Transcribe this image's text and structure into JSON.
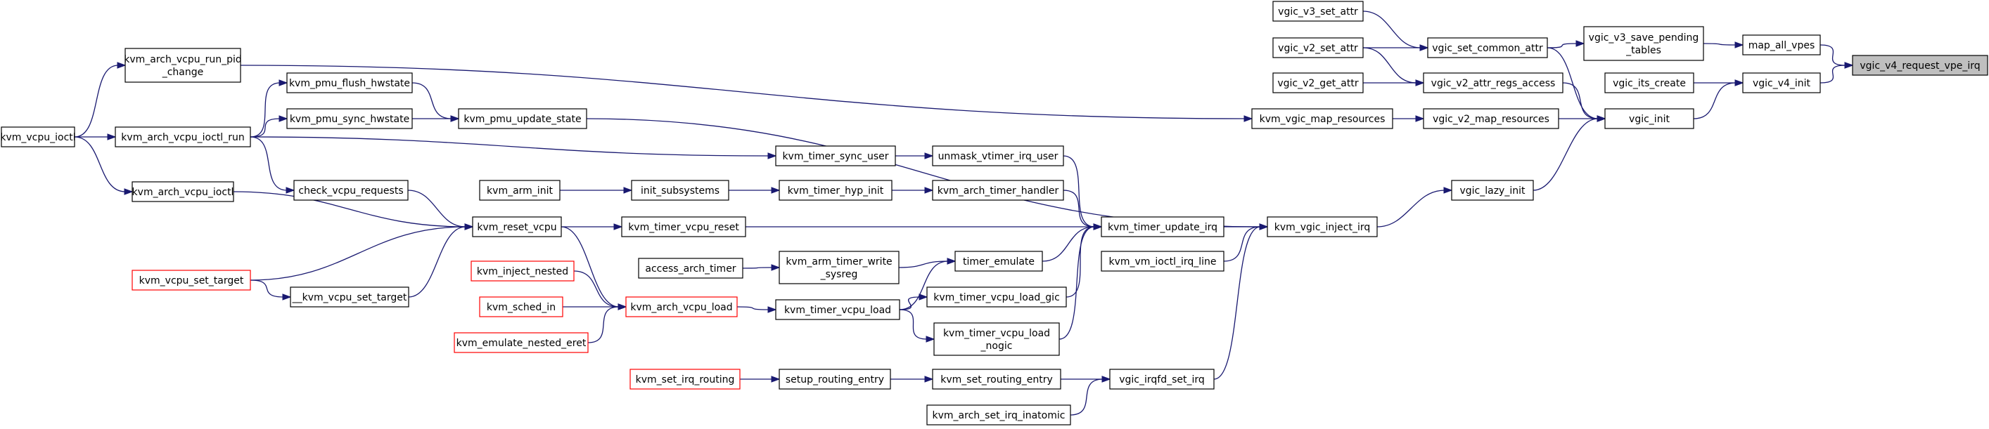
{
  "graph": {
    "focus_node": "vgic_v4_request_vpe_irq",
    "nodes": {
      "kvm_vcpu_ioctl": {
        "lines": [
          "kvm_vcpu_ioctl"
        ],
        "style": "black"
      },
      "kvm_arch_vcpu_run_pid_change": {
        "lines": [
          "kvm_arch_vcpu_run_pid",
          "_change"
        ],
        "style": "black"
      },
      "kvm_arch_vcpu_ioctl_run": {
        "lines": [
          "kvm_arch_vcpu_ioctl_run"
        ],
        "style": "black"
      },
      "kvm_arch_vcpu_ioctl": {
        "lines": [
          "kvm_arch_vcpu_ioctl"
        ],
        "style": "black"
      },
      "kvm_vcpu_set_target": {
        "lines": [
          "kvm_vcpu_set_target"
        ],
        "style": "red"
      },
      "kvm_pmu_flush_hwstate": {
        "lines": [
          "kvm_pmu_flush_hwstate"
        ],
        "style": "black"
      },
      "kvm_pmu_sync_hwstate": {
        "lines": [
          "kvm_pmu_sync_hwstate"
        ],
        "style": "black"
      },
      "check_vcpu_requests": {
        "lines": [
          "check_vcpu_requests"
        ],
        "style": "black"
      },
      "__kvm_vcpu_set_target": {
        "lines": [
          "__kvm_vcpu_set_target"
        ],
        "style": "black"
      },
      "kvm_pmu_update_state": {
        "lines": [
          "kvm_pmu_update_state"
        ],
        "style": "black"
      },
      "kvm_arm_init": {
        "lines": [
          "kvm_arm_init"
        ],
        "style": "black"
      },
      "kvm_reset_vcpu": {
        "lines": [
          "kvm_reset_vcpu"
        ],
        "style": "black"
      },
      "kvm_inject_nested": {
        "lines": [
          "kvm_inject_nested"
        ],
        "style": "red"
      },
      "kvm_sched_in": {
        "lines": [
          "kvm_sched_in"
        ],
        "style": "red"
      },
      "kvm_emulate_nested_eret": {
        "lines": [
          "kvm_emulate_nested_eret"
        ],
        "style": "red"
      },
      "kvm_arch_vcpu_load": {
        "lines": [
          "kvm_arch_vcpu_load"
        ],
        "style": "red"
      },
      "kvm_set_irq_routing": {
        "lines": [
          "kvm_set_irq_routing"
        ],
        "style": "red"
      },
      "init_subsystems": {
        "lines": [
          "init_subsystems"
        ],
        "style": "black"
      },
      "kvm_timer_vcpu_reset": {
        "lines": [
          "kvm_timer_vcpu_reset"
        ],
        "style": "black"
      },
      "access_arch_timer": {
        "lines": [
          "access_arch_timer"
        ],
        "style": "black"
      },
      "setup_routing_entry": {
        "lines": [
          "setup_routing_entry"
        ],
        "style": "black"
      },
      "kvm_timer_sync_user": {
        "lines": [
          "kvm_timer_sync_user"
        ],
        "style": "black"
      },
      "kvm_timer_hyp_init": {
        "lines": [
          "kvm_timer_hyp_init"
        ],
        "style": "black"
      },
      "kvm_arm_timer_write_sysreg": {
        "lines": [
          "kvm_arm_timer_write",
          "_sysreg"
        ],
        "style": "black"
      },
      "kvm_timer_vcpu_load": {
        "lines": [
          "kvm_timer_vcpu_load"
        ],
        "style": "black"
      },
      "unmask_vtimer_irq_user": {
        "lines": [
          "unmask_vtimer_irq_user"
        ],
        "style": "black"
      },
      "kvm_arch_timer_handler": {
        "lines": [
          "kvm_arch_timer_handler"
        ],
        "style": "black"
      },
      "timer_emulate": {
        "lines": [
          "timer_emulate"
        ],
        "style": "black"
      },
      "kvm_timer_vcpu_load_gic": {
        "lines": [
          "kvm_timer_vcpu_load_gic"
        ],
        "style": "black"
      },
      "kvm_timer_vcpu_load_nogic": {
        "lines": [
          "kvm_timer_vcpu_load",
          "_nogic"
        ],
        "style": "black"
      },
      "kvm_set_routing_entry": {
        "lines": [
          "kvm_set_routing_entry"
        ],
        "style": "black"
      },
      "kvm_arch_set_irq_inatomic": {
        "lines": [
          "kvm_arch_set_irq_inatomic"
        ],
        "style": "black"
      },
      "kvm_timer_update_irq": {
        "lines": [
          "kvm_timer_update_irq"
        ],
        "style": "black"
      },
      "kvm_vm_ioctl_irq_line": {
        "lines": [
          "kvm_vm_ioctl_irq_line"
        ],
        "style": "black"
      },
      "vgic_irqfd_set_irq": {
        "lines": [
          "vgic_irqfd_set_irq"
        ],
        "style": "black"
      },
      "kvm_vgic_map_resources": {
        "lines": [
          "kvm_vgic_map_resources"
        ],
        "style": "black"
      },
      "kvm_vgic_inject_irq": {
        "lines": [
          "kvm_vgic_inject_irq"
        ],
        "style": "black"
      },
      "vgic_v3_set_attr": {
        "lines": [
          "vgic_v3_set_attr"
        ],
        "style": "black"
      },
      "vgic_v2_set_attr": {
        "lines": [
          "vgic_v2_set_attr"
        ],
        "style": "black"
      },
      "vgic_v2_get_attr": {
        "lines": [
          "vgic_v2_get_attr"
        ],
        "style": "black"
      },
      "vgic_set_common_attr": {
        "lines": [
          "vgic_set_common_attr"
        ],
        "style": "black"
      },
      "vgic_v2_attr_regs_access": {
        "lines": [
          "vgic_v2_attr_regs_access"
        ],
        "style": "black"
      },
      "vgic_v2_map_resources": {
        "lines": [
          "vgic_v2_map_resources"
        ],
        "style": "black"
      },
      "vgic_lazy_init": {
        "lines": [
          "vgic_lazy_init"
        ],
        "style": "black"
      },
      "vgic_v3_save_pending_tables": {
        "lines": [
          "vgic_v3_save_pending",
          "_tables"
        ],
        "style": "black"
      },
      "vgic_its_create": {
        "lines": [
          "vgic_its_create"
        ],
        "style": "black"
      },
      "vgic_init": {
        "lines": [
          "vgic_init"
        ],
        "style": "black"
      },
      "map_all_vpes": {
        "lines": [
          "map_all_vpes"
        ],
        "style": "black"
      },
      "vgic_v4_init": {
        "lines": [
          "vgic_v4_init"
        ],
        "style": "black"
      },
      "vgic_v4_request_vpe_irq": {
        "lines": [
          "vgic_v4_request_vpe_irq"
        ],
        "style": "focus"
      }
    },
    "edges": [
      {
        "from": "vgic_v4_init",
        "to": "vgic_v4_request_vpe_irq"
      },
      {
        "from": "map_all_vpes",
        "to": "vgic_v4_request_vpe_irq"
      },
      {
        "from": "vgic_v3_save_pending_tables",
        "to": "map_all_vpes"
      },
      {
        "from": "vgic_set_common_attr",
        "to": "vgic_v3_save_pending_tables"
      },
      {
        "from": "vgic_init",
        "to": "vgic_v4_init"
      },
      {
        "from": "vgic_its_create",
        "to": "vgic_v4_init"
      },
      {
        "from": "vgic_set_common_attr",
        "to": "vgic_init"
      },
      {
        "from": "vgic_v2_attr_regs_access",
        "to": "vgic_init"
      },
      {
        "from": "vgic_v2_map_resources",
        "to": "vgic_init"
      },
      {
        "from": "vgic_lazy_init",
        "to": "vgic_init"
      },
      {
        "from": "vgic_v3_set_attr",
        "to": "vgic_set_common_attr"
      },
      {
        "from": "vgic_v2_set_attr",
        "to": "vgic_set_common_attr"
      },
      {
        "from": "vgic_v2_set_attr",
        "to": "vgic_v2_attr_regs_access"
      },
      {
        "from": "vgic_v2_get_attr",
        "to": "vgic_v2_attr_regs_access"
      },
      {
        "from": "kvm_vgic_map_resources",
        "to": "vgic_v2_map_resources"
      },
      {
        "from": "kvm_vgic_inject_irq",
        "to": "vgic_lazy_init"
      },
      {
        "from": "kvm_arch_vcpu_run_pid_change",
        "to": "kvm_vgic_map_resources"
      },
      {
        "from": "kvm_pmu_update_state",
        "to": "kvm_vgic_inject_irq"
      },
      {
        "from": "kvm_timer_update_irq",
        "to": "kvm_vgic_inject_irq"
      },
      {
        "from": "kvm_vm_ioctl_irq_line",
        "to": "kvm_vgic_inject_irq"
      },
      {
        "from": "vgic_irqfd_set_irq",
        "to": "kvm_vgic_inject_irq"
      },
      {
        "from": "kvm_vcpu_ioctl",
        "to": "kvm_arch_vcpu_run_pid_change"
      },
      {
        "from": "kvm_vcpu_ioctl",
        "to": "kvm_arch_vcpu_ioctl_run"
      },
      {
        "from": "kvm_vcpu_ioctl",
        "to": "kvm_arch_vcpu_ioctl"
      },
      {
        "from": "kvm_arch_vcpu_ioctl_run",
        "to": "kvm_pmu_flush_hwstate"
      },
      {
        "from": "kvm_arch_vcpu_ioctl_run",
        "to": "kvm_pmu_sync_hwstate"
      },
      {
        "from": "kvm_arch_vcpu_ioctl_run",
        "to": "kvm_timer_sync_user"
      },
      {
        "from": "kvm_arch_vcpu_ioctl_run",
        "to": "check_vcpu_requests"
      },
      {
        "from": "kvm_pmu_flush_hwstate",
        "to": "kvm_pmu_update_state"
      },
      {
        "from": "kvm_pmu_sync_hwstate",
        "to": "kvm_pmu_update_state"
      },
      {
        "from": "check_vcpu_requests",
        "to": "kvm_reset_vcpu"
      },
      {
        "from": "kvm_arch_vcpu_ioctl",
        "to": "kvm_reset_vcpu"
      },
      {
        "from": "kvm_vcpu_set_target",
        "to": "kvm_reset_vcpu"
      },
      {
        "from": "kvm_vcpu_set_target",
        "to": "__kvm_vcpu_set_target"
      },
      {
        "from": "__kvm_vcpu_set_target",
        "to": "kvm_reset_vcpu"
      },
      {
        "from": "kvm_reset_vcpu",
        "to": "kvm_arch_vcpu_load"
      },
      {
        "from": "kvm_reset_vcpu",
        "to": "kvm_timer_vcpu_reset"
      },
      {
        "from": "kvm_inject_nested",
        "to": "kvm_arch_vcpu_load"
      },
      {
        "from": "kvm_sched_in",
        "to": "kvm_arch_vcpu_load"
      },
      {
        "from": "kvm_emulate_nested_eret",
        "to": "kvm_arch_vcpu_load"
      },
      {
        "from": "kvm_arch_vcpu_load",
        "to": "kvm_timer_vcpu_load"
      },
      {
        "from": "kvm_arm_init",
        "to": "init_subsystems"
      },
      {
        "from": "init_subsystems",
        "to": "kvm_timer_hyp_init"
      },
      {
        "from": "kvm_timer_hyp_init",
        "to": "kvm_arch_timer_handler"
      },
      {
        "from": "kvm_timer_sync_user",
        "to": "unmask_vtimer_irq_user"
      },
      {
        "from": "access_arch_timer",
        "to": "kvm_arm_timer_write_sysreg"
      },
      {
        "from": "kvm_arm_timer_write_sysreg",
        "to": "timer_emulate"
      },
      {
        "from": "kvm_timer_vcpu_load",
        "to": "timer_emulate"
      },
      {
        "from": "kvm_timer_vcpu_load",
        "to": "kvm_timer_vcpu_load_gic"
      },
      {
        "from": "kvm_timer_vcpu_load",
        "to": "kvm_timer_vcpu_load_nogic"
      },
      {
        "from": "kvm_set_irq_routing",
        "to": "setup_routing_entry"
      },
      {
        "from": "setup_routing_entry",
        "to": "kvm_set_routing_entry"
      },
      {
        "from": "kvm_set_routing_entry",
        "to": "vgic_irqfd_set_irq"
      },
      {
        "from": "kvm_arch_set_irq_inatomic",
        "to": "vgic_irqfd_set_irq"
      },
      {
        "from": "unmask_vtimer_irq_user",
        "to": "kvm_timer_update_irq"
      },
      {
        "from": "kvm_arch_timer_handler",
        "to": "kvm_timer_update_irq"
      },
      {
        "from": "kvm_timer_vcpu_reset",
        "to": "kvm_timer_update_irq"
      },
      {
        "from": "timer_emulate",
        "to": "kvm_timer_update_irq"
      },
      {
        "from": "kvm_timer_vcpu_load_gic",
        "to": "kvm_timer_update_irq"
      },
      {
        "from": "kvm_timer_vcpu_load_nogic",
        "to": "kvm_timer_update_irq"
      }
    ]
  },
  "colors": {
    "edge": "#191970",
    "node_border": "#000000",
    "caller_border_red": "#ff0000",
    "focus_fill": "#bfbfbf",
    "background": "#ffffff"
  }
}
